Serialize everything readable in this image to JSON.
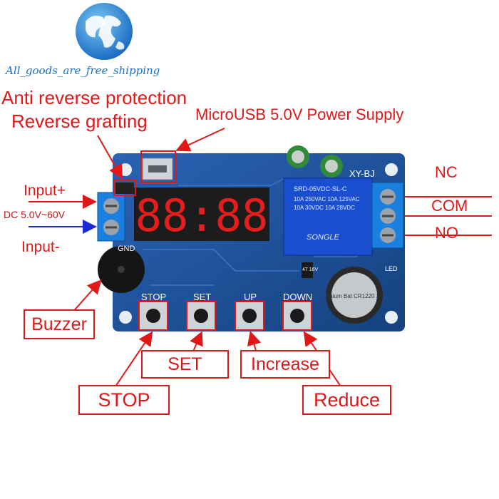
{
  "logo": {
    "text": "All_goods_are_free_shipping",
    "icon": "globe-icon"
  },
  "callouts": {
    "anti_reverse": "Anti reverse protection",
    "reverse_grafting": "Reverse grafting",
    "microusb": "MicroUSB 5.0V Power Supply",
    "input_plus": "Input+",
    "dc_range": "DC 5.0V~60V",
    "input_minus": "Input-",
    "nc": "NC",
    "com": "COM",
    "no": "NO"
  },
  "boxed_labels": {
    "buzzer": "Buzzer",
    "set": "SET",
    "increase": "Increase",
    "stop": "STOP",
    "reduce": "Reduce"
  },
  "board": {
    "model": "XY-BJ",
    "gnd": "GND",
    "btn_stop": "STOP",
    "btn_set": "SET",
    "btn_up": "UP",
    "btn_down": "DOWN",
    "relay_brand": "SONGLE",
    "relay_model": "SRD-05VDC-SL-C",
    "relay_rating_1": "10A 250VAC  10A 125VAC",
    "relay_rating_2": "10A 30VDC  10A 28VDC",
    "display": "88:88",
    "battery_text": "lithium Bat CR1220 3V",
    "led": "LED",
    "cap": "47 16V"
  },
  "colors": {
    "annotation_red": "#e01818",
    "arrow_blue": "#1c2ad6",
    "board_blue": "#1d4f9a",
    "relay_blue": "#1a4fd0",
    "logo_blue": "#1b6fc4"
  }
}
